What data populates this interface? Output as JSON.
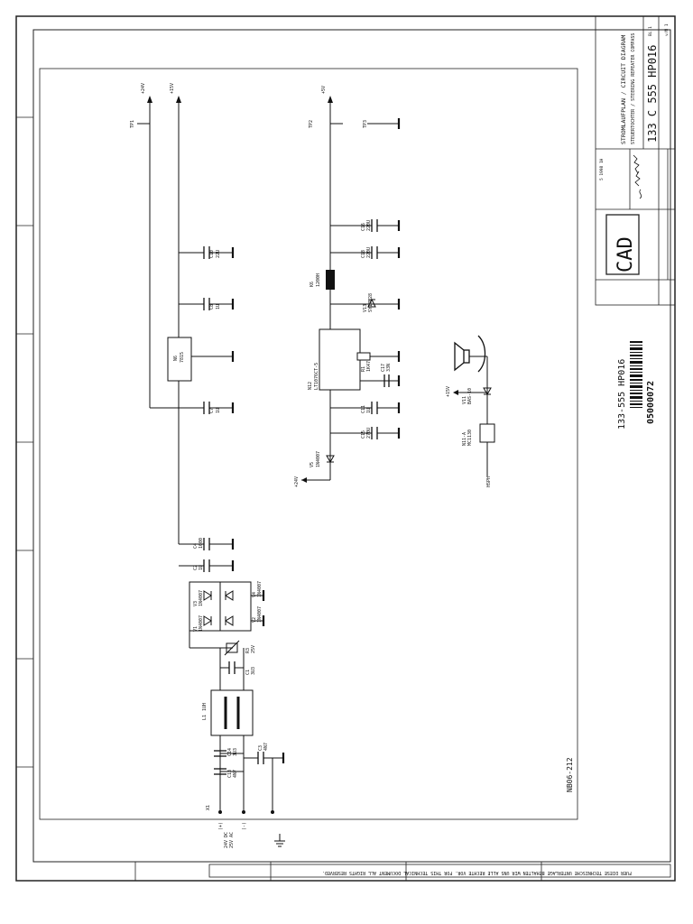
{
  "sheet": {
    "drawing_number": "133 C 555 HP016",
    "title_primary": "STROMLAUFPLAN / CIRCUIT DIAGRAM",
    "title_secondary": "STEUERTOCHTER / STEERING REPEATER COMPASS",
    "cad_mark": "CAD",
    "scale_note": "5 1998 1H",
    "footer_note": "FUER DIESE TECHNISCHE UNTERLAGE BEHALTEN WIR UNS ALLE RECHTE VOR. FOR THIS TECHNICAL DOCUMENT ALL RIGHTS RESERVED.",
    "barcode_label": "133-555 HP016",
    "barcode_number": "05000072",
    "side_label": "NB06-212",
    "sheet_box": [
      "BL 1",
      "v/N 1"
    ]
  },
  "nets": {
    "v24_top": "+24V",
    "v15_top": "+15V",
    "v5_top": "+5V",
    "in_24v": "+24V",
    "in_15v": "+15V",
    "hsph": "HSPH"
  },
  "testpoints": [
    "TP1",
    "TP2",
    "TP3"
  ],
  "components": {
    "c10": [
      "C10",
      "22U"
    ],
    "c8": [
      "C8",
      "1U"
    ],
    "n6": [
      "N6",
      "7815"
    ],
    "c7": [
      "C7",
      "1U"
    ],
    "c16": [
      "C16",
      "220U"
    ],
    "c18": [
      "C18",
      "220U"
    ],
    "l6": [
      "K6",
      "1200H"
    ],
    "v13": [
      "V13",
      "SY17L28"
    ],
    "n12": [
      "N12",
      "LT1076CT-5"
    ],
    "r1": [
      "R1",
      "1K47"
    ],
    "c17": [
      "C17",
      "33N"
    ],
    "c11": [
      "C11",
      "1U"
    ],
    "c15": [
      "C15",
      "270U"
    ],
    "v5": [
      "V5",
      "1N4007"
    ],
    "v11": [
      "V11",
      "BAS-10"
    ],
    "n11": [
      "N11-A",
      "MC1130"
    ],
    "c4": [
      "C4",
      "1000"
    ],
    "c2": [
      "C2",
      "1U"
    ],
    "v3": [
      "V3",
      "1N4007"
    ],
    "v4": [
      "V4",
      "1N4007"
    ],
    "v1": [
      "V1",
      "1N4007"
    ],
    "v2": [
      "V2",
      "1N4007"
    ],
    "r3": [
      "R3",
      "25V"
    ],
    "c1": [
      "C1",
      "3U3"
    ],
    "l1": [
      "L1",
      "1UH"
    ],
    "c14": [
      "C14",
      "3U3"
    ],
    "c13": [
      "C13",
      "4N7"
    ],
    "c3": [
      "C3",
      "4N7"
    ],
    "x1": "X1",
    "supply_label": [
      "24V DC",
      "25V AC"
    ],
    "pol_plus": "(+)",
    "pol_minus": "(-)"
  }
}
